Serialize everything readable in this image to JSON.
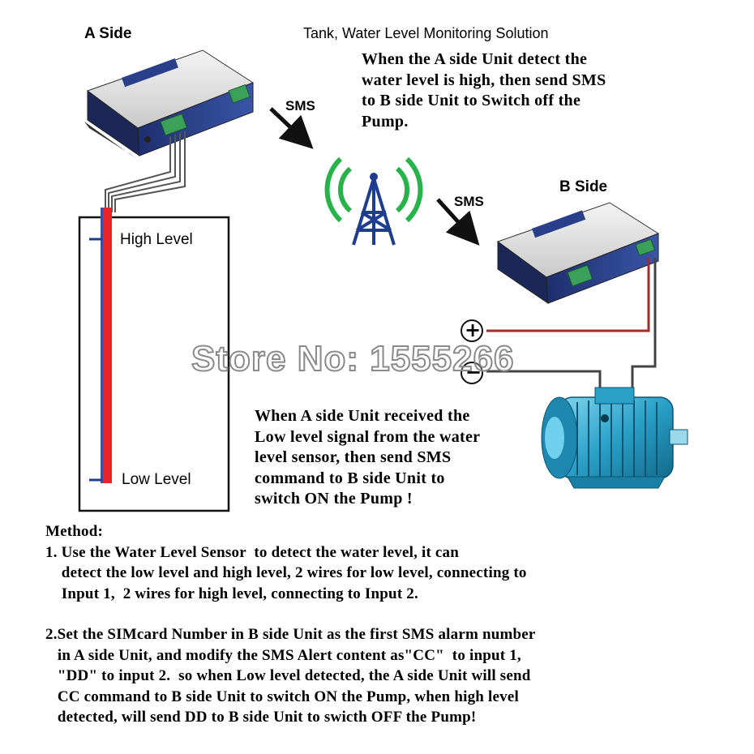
{
  "diagram": {
    "title": "Tank, Water Level Monitoring Solution",
    "a_side_label": "A  Side",
    "b_side_label": "B Side",
    "sms_label_1": "SMS",
    "sms_label_2": "SMS",
    "high_level_label": "High Level",
    "low_level_label": "Low Level",
    "plus_sign": "+",
    "minus_sign": "−",
    "watermark": "Store No: 1555266",
    "top_note": [
      "When the A side Unit detect the",
      "water level is high, then send SMS",
      "to B side Unit to Switch off the",
      "Pump."
    ],
    "middle_note": [
      "When A side Unit  received the",
      "Low level signal from the water",
      "level sensor, then send SMS",
      "command to B side Unit to",
      "switch ON the Pump !"
    ]
  },
  "method": {
    "heading": "Method:",
    "lines": [
      "1. Use the Water Level Sensor  to detect the water level, it can",
      "    detect the low level and high level, 2 wires for low level, connecting to",
      "    Input 1,  2 wires for high level, connecting to Input 2.",
      "",
      "2.Set the SIMcard Number in B side Unit as the first SMS alarm number",
      "   in A side Unit, and modify the SMS Alert content as\"CC\"  to input 1,",
      "   \"DD\" to input 2.  so when Low level detected, the A side Unit will send",
      "   CC command to B side Unit to switch ON the Pump, when high level",
      "   detected, will send DD to B side Unit to swicth OFF the Pump!"
    ]
  },
  "colors": {
    "sensor_rod": "#e8242a",
    "power_wire": "#a12a2a",
    "signal": "#27b34a",
    "tower": "#1f3d8f",
    "unit_body": "#2a3f8c",
    "terminal": "#3aa05a",
    "motor": "#2aa0c8"
  }
}
